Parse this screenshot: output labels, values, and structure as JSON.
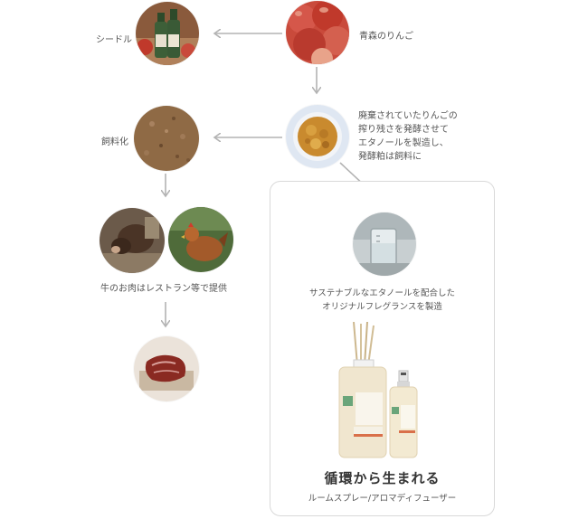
{
  "nodes": {
    "apples": {
      "label": "青森のりんご",
      "image": "apples-photo"
    },
    "cider": {
      "label": "シードル",
      "image": "cider-bottles-photo"
    },
    "pomace": {
      "description": [
        "廃棄されていたりんごの",
        "搾り残さを発酵させて",
        "エタノールを製造し、",
        "発酵粕は飼料に"
      ],
      "image": "apple-pomace-photo"
    },
    "feed": {
      "label": "飼料化",
      "image": "feed-photo"
    },
    "livestock": {
      "label": "牛のお肉はレストラン等で提供",
      "images": [
        "cow-photo",
        "chicken-photo"
      ]
    },
    "meat": {
      "image": "beef-photo"
    }
  },
  "panel": {
    "ethanol": {
      "image": "ethanol-beaker-photo",
      "description": [
        "サステナブルなエタノールを配合した",
        "オリジナルフレグランスを製造"
      ]
    },
    "products": {
      "image": "diffuser-and-spray-bottles-photo"
    },
    "catchphrase": "循環から生まれる",
    "subtitle": "ルームスプレー/アロマディフューザー"
  },
  "colors": {
    "arrow": "#b3b3b3",
    "panel_border": "#d9d9d9"
  }
}
